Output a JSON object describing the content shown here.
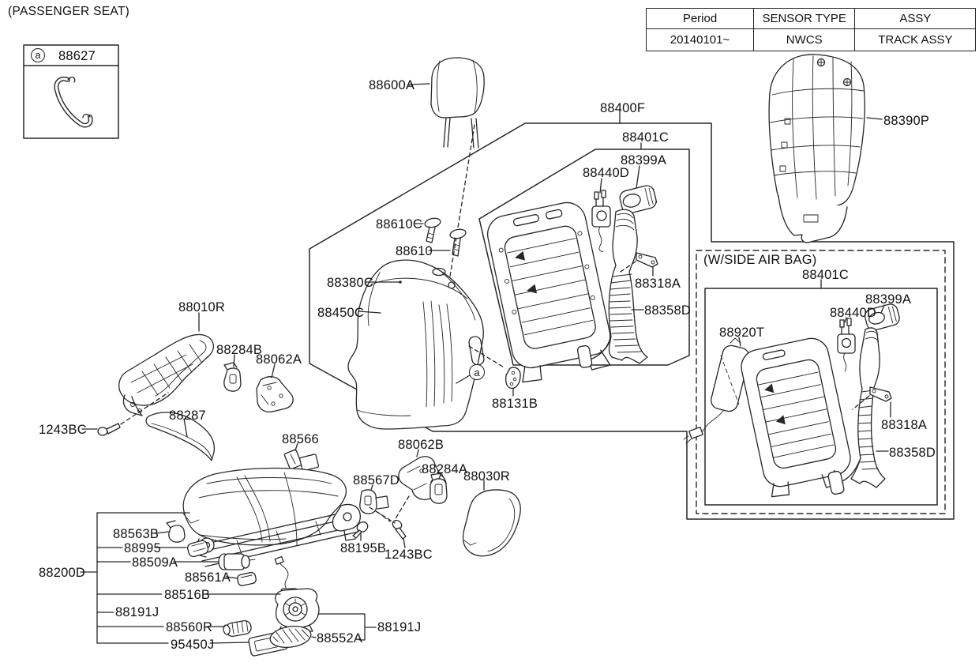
{
  "title": "(PASSENGER SEAT)",
  "ref_legend": {
    "marker": "a",
    "part_no": "88627"
  },
  "info_table": {
    "headers": [
      "Period",
      "SENSOR TYPE",
      "ASSY"
    ],
    "row": [
      "20140101~",
      "NWCS",
      "TRACK ASSY"
    ]
  },
  "airbag_box_title": "(W/SIDE AIR BAG)",
  "callouts": {
    "headrest": "88600A",
    "back_assy": "88400F",
    "back_frame": "88401C",
    "recliner": "88399A",
    "lumbar_motor": "88440D",
    "headrest_guide_lock": "88610C",
    "headrest_guide": "88610",
    "back_covering": "88380C",
    "back_pad": "88450C",
    "webbing_guide": "88131B",
    "back_board": "88390P",
    "mount_bracket": "88318A",
    "duct_hose": "88358D",
    "ab_back_frame": "88401C",
    "ab_recliner": "88399A",
    "ab_lumbar_motor": "88440D",
    "side_airbag_module": "88920T",
    "ab_mount_bracket": "88318A",
    "ab_duct_hose": "88358D",
    "shield_inner": "88010R",
    "bracket_88284B": "88284B",
    "bracket_88062A": "88062A",
    "screw_left": "1243BC",
    "cover_88287": "88287",
    "bracket_88566": "88566",
    "bracket_88062B": "88062B",
    "bracket_88567D": "88567D",
    "bracket_88284A": "88284A",
    "shield_outer": "88030R",
    "bolt_88195B": "88195B",
    "screw_right": "1243BC",
    "cushion_assy": "88200D",
    "clip_88563B": "88563B",
    "pad_88995": "88995",
    "motor_88509A": "88509A",
    "clip_88561A": "88561A",
    "wiring_88516B": "88516B",
    "blower_left": "88191J",
    "connector_88560R": "88560R",
    "unit_95450J": "95450J",
    "pad_88552A": "88552A",
    "blower_right": "88191J"
  }
}
